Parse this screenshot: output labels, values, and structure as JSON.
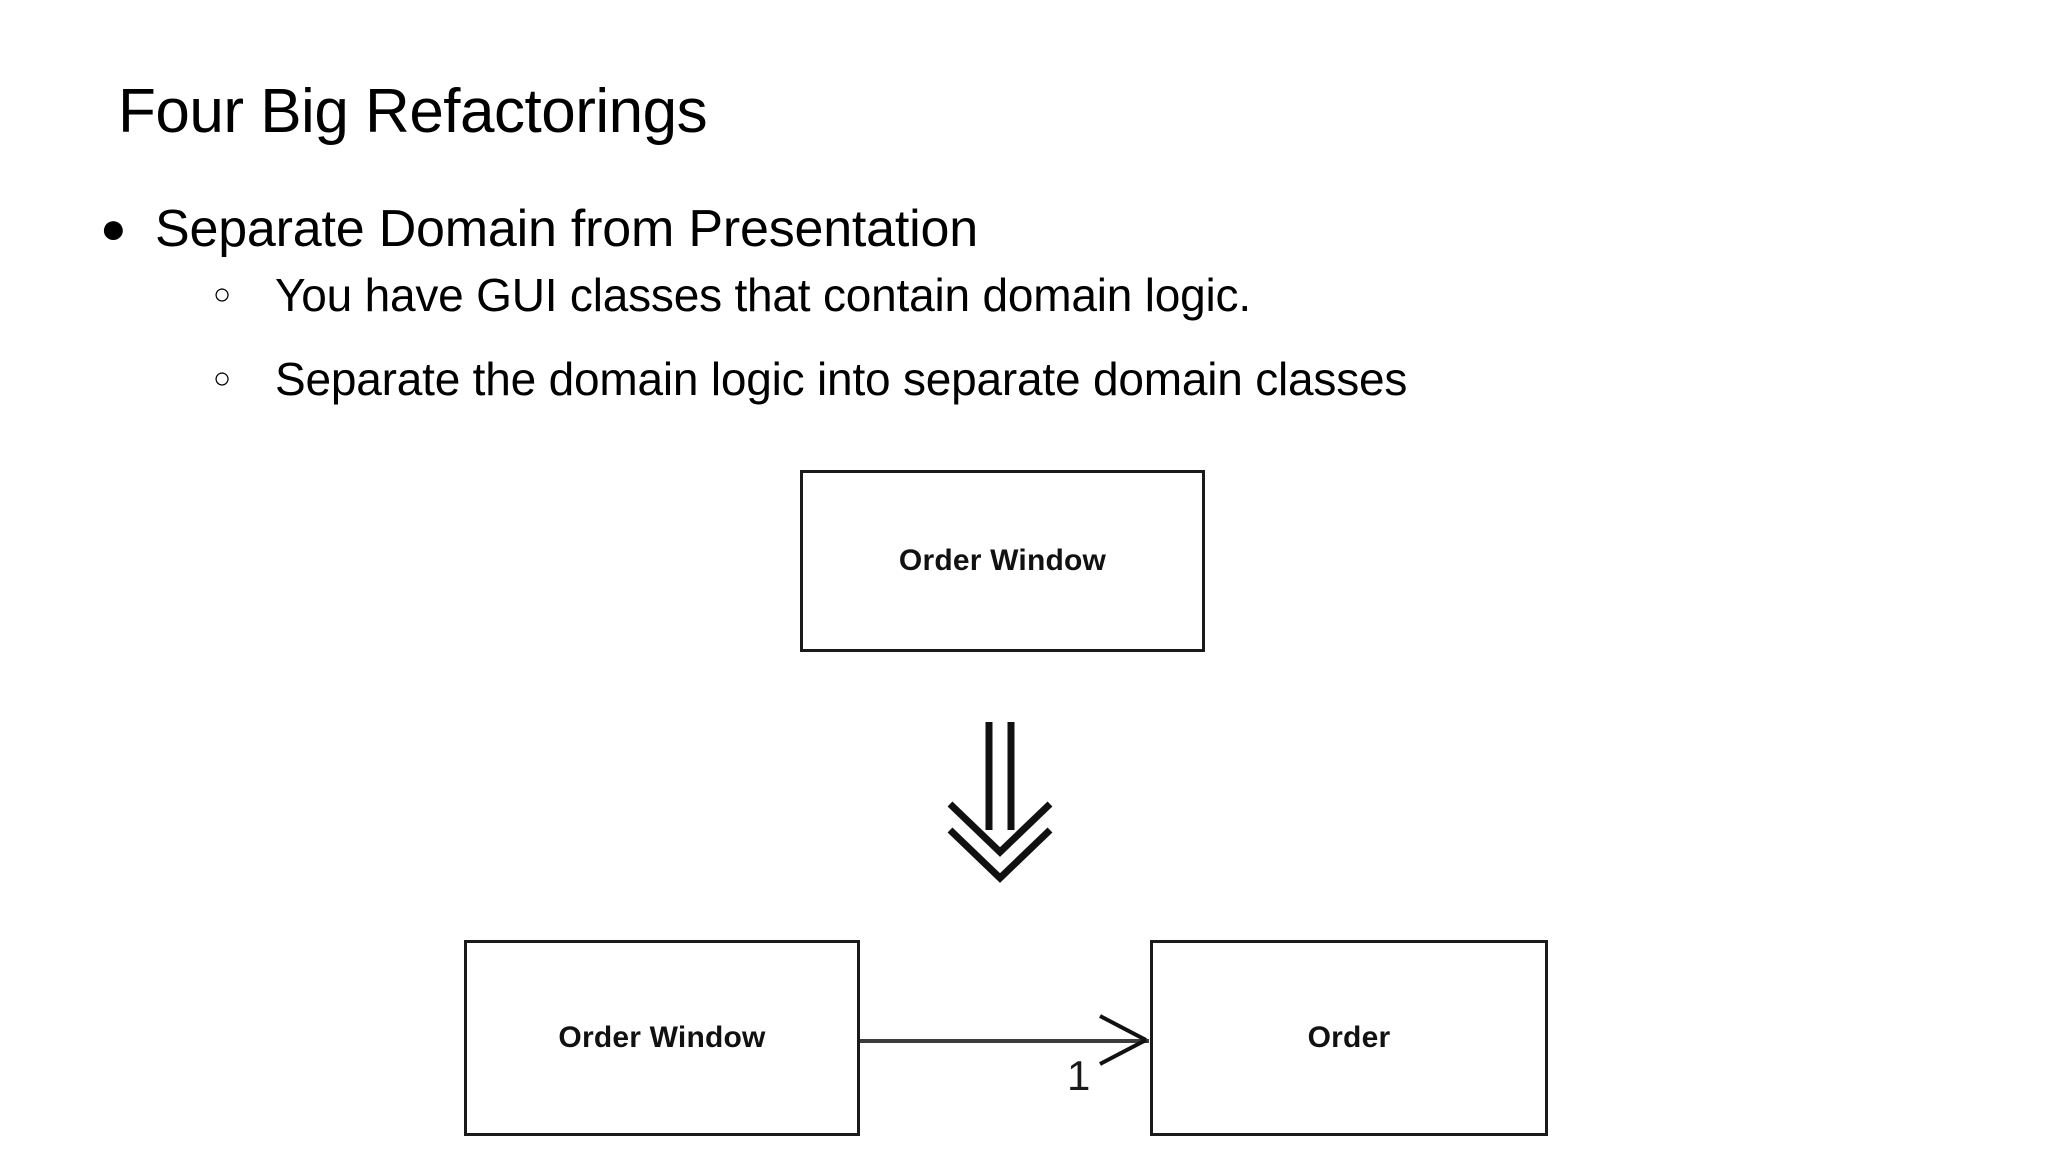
{
  "slide": {
    "title": "Four Big Refactorings",
    "bullets": [
      {
        "level": 1,
        "marker": "●",
        "marker_icon": "filled-disc-bullet-icon",
        "text": "Separate Domain from Presentation"
      },
      {
        "level": 2,
        "marker": "○",
        "marker_icon": "hollow-circle-bullet-icon",
        "text": "You have GUI classes that contain domain logic."
      },
      {
        "level": 2,
        "marker": "○",
        "marker_icon": "hollow-circle-bullet-icon",
        "text": "Separate the domain logic into separate domain classes"
      }
    ]
  },
  "diagram": {
    "type": "uml-class-refactoring",
    "before": {
      "box_label": "Order Window"
    },
    "transform_icon": "double-down-arrow-icon",
    "after": {
      "source_box_label": "Order Window",
      "target_box_label": "Order",
      "association_multiplicity": "1",
      "association_arrow_icon": "open-arrowhead-icon"
    }
  },
  "colors": {
    "background": "#ffffff",
    "text": "#000000",
    "box_border": "#1a1a1a",
    "line": "#3c3c3c"
  }
}
